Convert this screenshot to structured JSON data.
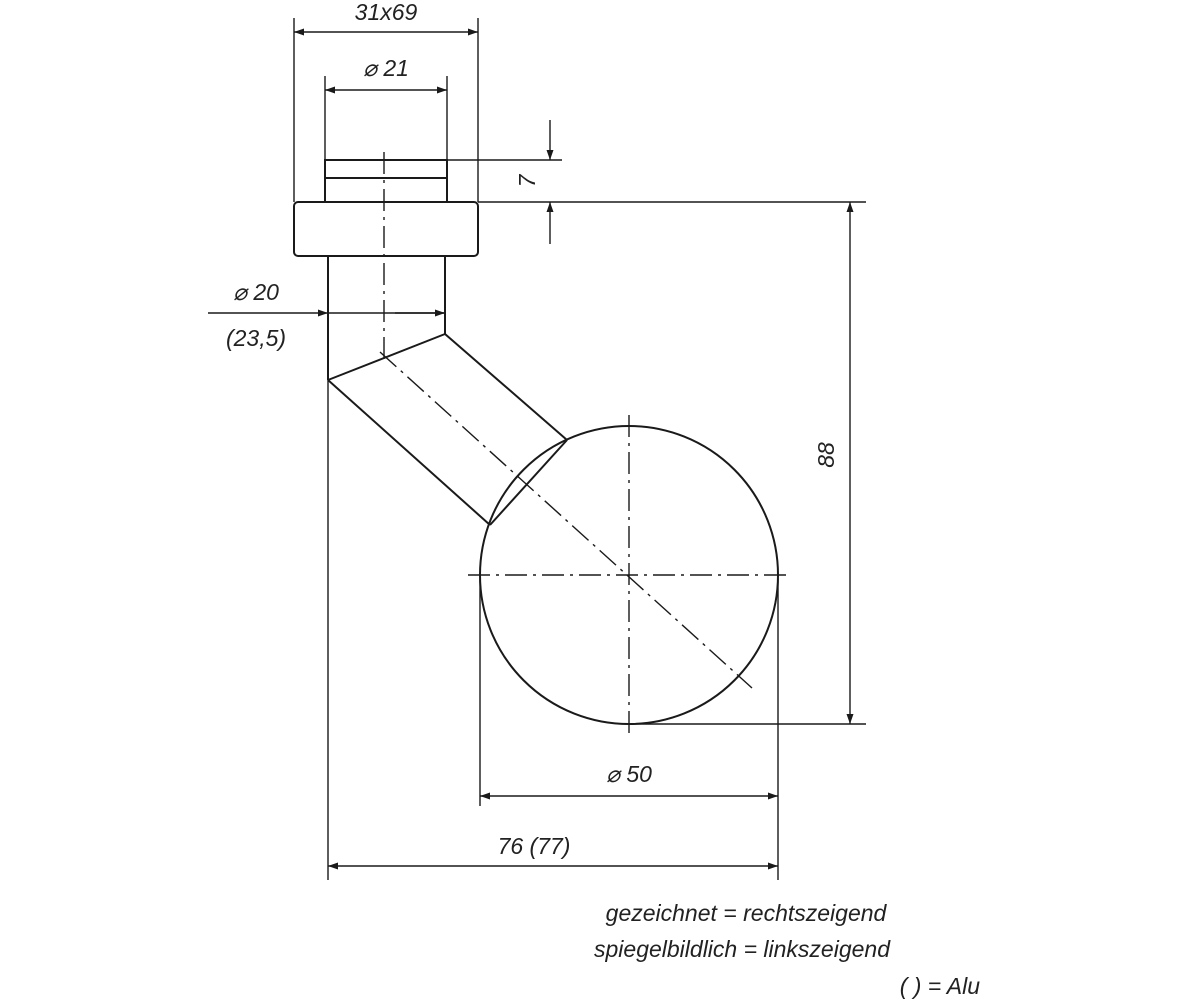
{
  "dimensions": {
    "plate_size": "31x69",
    "hole_diameter": "⌀ 21",
    "plate_thickness": "7",
    "shaft_diameter": "⌀ 20",
    "shaft_diameter_alu": "(23,5)",
    "total_height": "88",
    "ball_diameter": "⌀ 50",
    "total_width": "76 (77)"
  },
  "notes": {
    "line1": "gezeichnet = rechtszeigend",
    "line2": "spiegelbildlich = linkszeigend",
    "line3": "( ) = Alu"
  }
}
